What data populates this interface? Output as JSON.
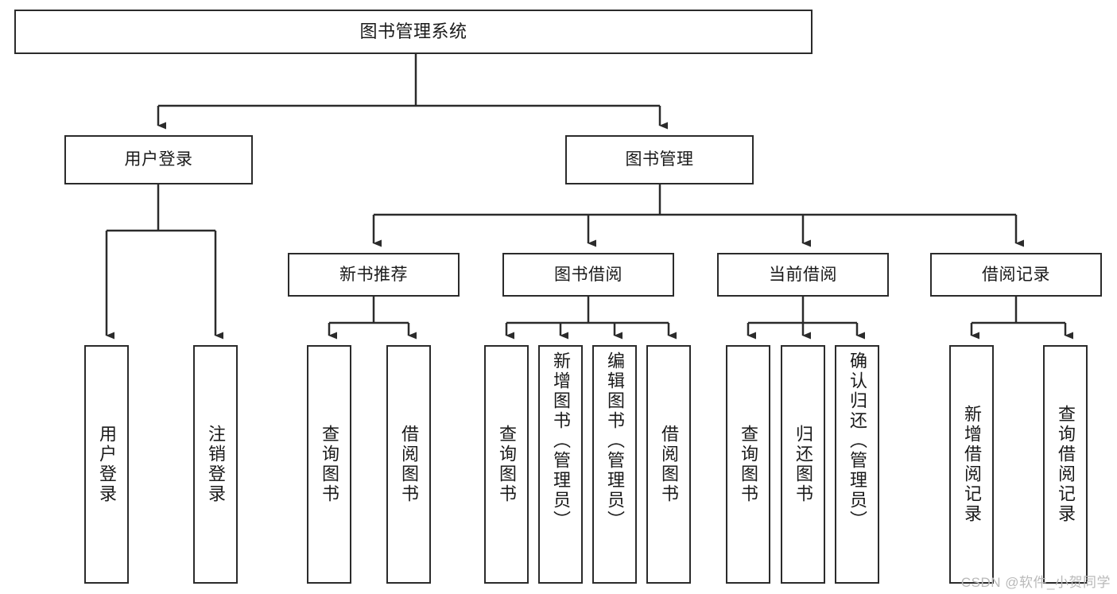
{
  "diagram": {
    "type": "hierarchy-tree",
    "title": "图书管理系统",
    "watermark": "CSDN @软件_小贺同学",
    "colors": {
      "stroke": "#2b2b2b",
      "fill": "#ffffff",
      "text": "#1a1a1a",
      "watermark": "#b9b9b9"
    },
    "root": {
      "label": "图书管理系统"
    },
    "level2": [
      {
        "label": "用户登录"
      },
      {
        "label": "图书管理"
      }
    ],
    "level3": [
      {
        "label": "新书推荐"
      },
      {
        "label": "图书借阅"
      },
      {
        "label": "当前借阅"
      },
      {
        "label": "借阅记录"
      }
    ],
    "leaves": {
      "user_login": [
        {
          "label": "用户登录"
        },
        {
          "label": "注销登录"
        }
      ],
      "new_book_recommend": [
        {
          "label": "查询图书"
        },
        {
          "label": "借阅图书"
        }
      ],
      "book_borrow": [
        {
          "label": "查询图书"
        },
        {
          "label": "新增图书（管理员）"
        },
        {
          "label": "编辑图书（管理员）"
        },
        {
          "label": "借阅图书"
        }
      ],
      "current_borrow": [
        {
          "label": "查询图书"
        },
        {
          "label": "归还图书"
        },
        {
          "label": "确认归还（管理员）"
        }
      ],
      "borrow_record": [
        {
          "label": "新增借阅记录"
        },
        {
          "label": "查询借阅记录"
        }
      ]
    }
  }
}
